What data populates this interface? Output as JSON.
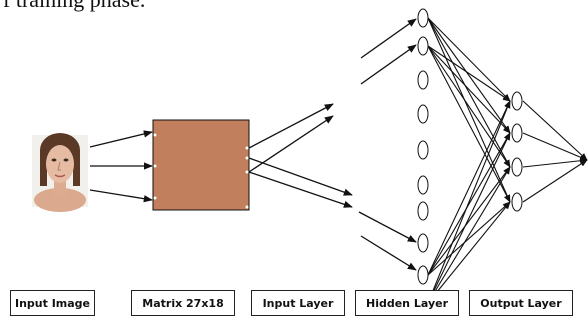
{
  "caption": "f training phase.",
  "labels": {
    "input_image": "Input Image",
    "matrix": "Matrix 27x18",
    "input_layer": "Input Layer",
    "hidden_layer": "Hidden Layer",
    "output_layer": "Output Layer"
  },
  "colors": {
    "matrix_fill": "#c17f5e",
    "stroke": "#111111",
    "skin": "#e6bba3",
    "hair": "#5a3a26"
  },
  "network": {
    "hidden_neurons": 10,
    "output_neurons": 4
  }
}
